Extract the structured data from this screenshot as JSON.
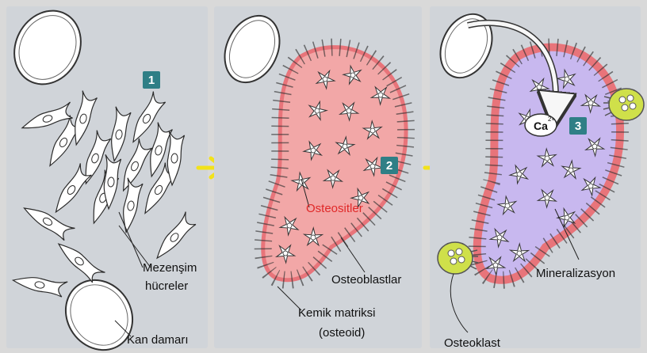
{
  "steps": [
    {
      "number": "1"
    },
    {
      "number": "2"
    },
    {
      "number": "3"
    }
  ],
  "labels": {
    "mesenchyme_line1": "Mezenşim",
    "mesenchyme_line2": "hücreler",
    "blood_vessel": "Kan damarı",
    "osteocytes": "Osteositler",
    "osteoblasts": "Osteoblastlar",
    "matrix_line1": "Kemik matriksi",
    "matrix_line2": "(osteoid)",
    "osteoclast": "Osteoklast",
    "mineralization": "Mineralizasyon",
    "calcium_base": "Ca",
    "calcium_charge": "2+"
  },
  "colors": {
    "panel_background": "#d0d4d9",
    "osteoid_fill": "#f2a7a7",
    "osteoid_border": "#e8747a",
    "mineralized_fill": "#c8b8ef",
    "process_arrow": "#f2e21b",
    "osteoclast_fill": "#cfe04a",
    "badge": "#2f7f86"
  },
  "icons": {
    "process_arrow": "arrow-right-icon",
    "calcium_flow": "curved-arrow-icon"
  }
}
